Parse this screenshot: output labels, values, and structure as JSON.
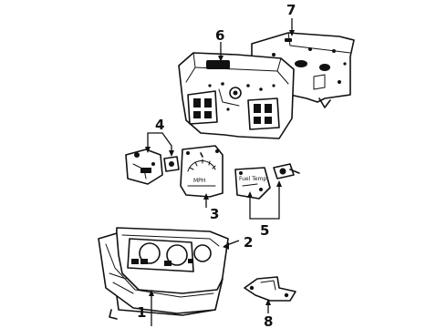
{
  "diagram": {
    "callouts": {
      "c1": "1",
      "c2": "2",
      "c3": "3",
      "c4": "4",
      "c5": "5",
      "c6": "6",
      "c7": "7",
      "c8": "8"
    },
    "printed_marks": {
      "speedo_scale": "MPH",
      "module_label": "Fuel  Temp"
    },
    "colors": {
      "ink": "#111111",
      "paper": "#ffffff"
    }
  }
}
